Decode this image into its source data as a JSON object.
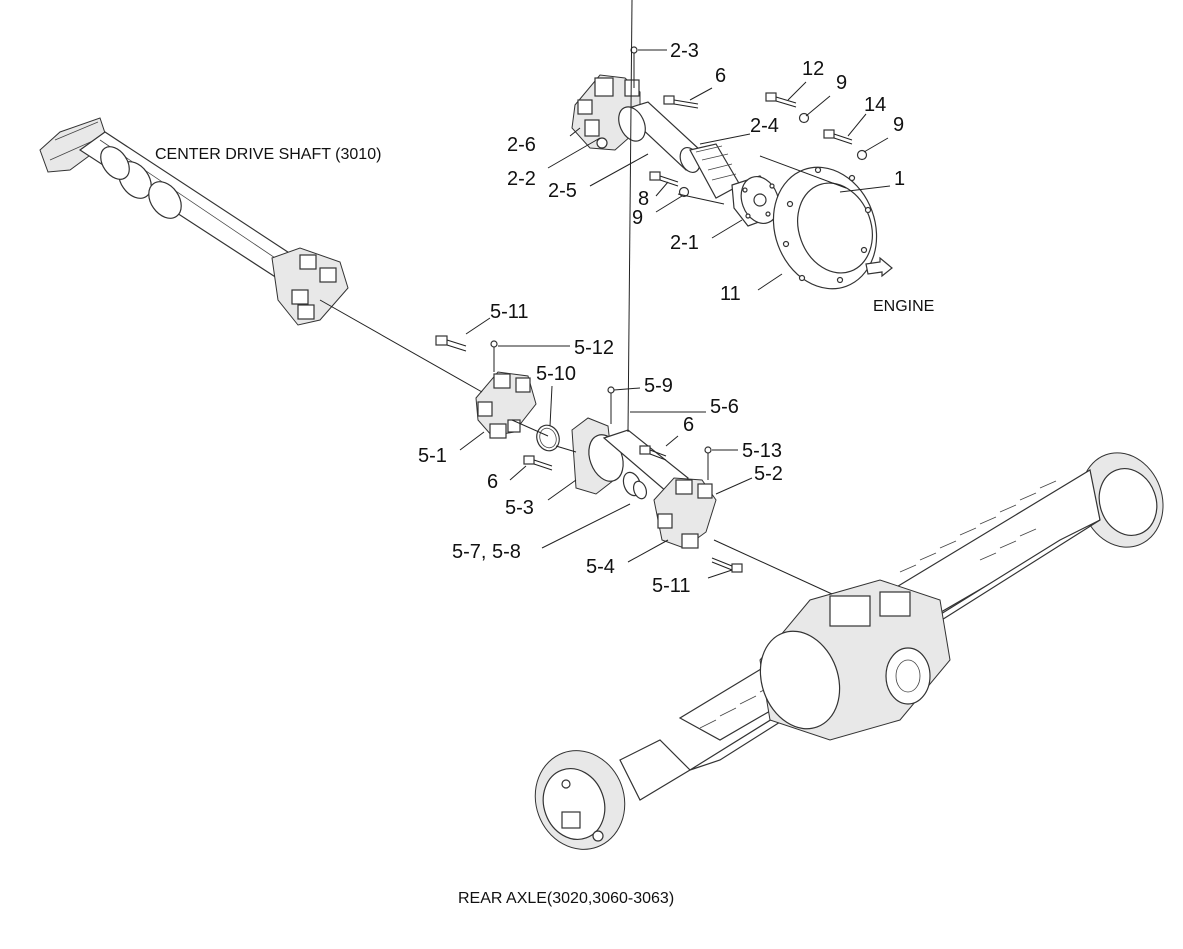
{
  "captions": {
    "center_shaft": "CENTER DRIVE SHAFT (3010)",
    "engine": "ENGINE",
    "rear_axle": "REAR AXLE(3020,3060-3063)"
  },
  "callouts": [
    {
      "id": "c-2-3",
      "text": "2-3"
    },
    {
      "id": "c-6a",
      "text": "6"
    },
    {
      "id": "c-12",
      "text": "12"
    },
    {
      "id": "c-9a",
      "text": "9"
    },
    {
      "id": "c-14",
      "text": "14"
    },
    {
      "id": "c-9b",
      "text": "9"
    },
    {
      "id": "c-2-6",
      "text": "2-6"
    },
    {
      "id": "c-2-4",
      "text": "2-4"
    },
    {
      "id": "c-2-2",
      "text": "2-2"
    },
    {
      "id": "c-2-5",
      "text": "2-5"
    },
    {
      "id": "c-8",
      "text": "8"
    },
    {
      "id": "c-1",
      "text": "1"
    },
    {
      "id": "c-9c",
      "text": "9"
    },
    {
      "id": "c-2-1",
      "text": "2-1"
    },
    {
      "id": "c-11",
      "text": "11"
    },
    {
      "id": "c-5-11a",
      "text": "5-11"
    },
    {
      "id": "c-5-12",
      "text": "5-12"
    },
    {
      "id": "c-5-10",
      "text": "5-10"
    },
    {
      "id": "c-5-9",
      "text": "5-9"
    },
    {
      "id": "c-5-6",
      "text": "5-6"
    },
    {
      "id": "c-6b",
      "text": "6"
    },
    {
      "id": "c-5-1",
      "text": "5-1"
    },
    {
      "id": "c-5-13",
      "text": "5-13"
    },
    {
      "id": "c-6c",
      "text": "6"
    },
    {
      "id": "c-5-2",
      "text": "5-2"
    },
    {
      "id": "c-5-3",
      "text": "5-3"
    },
    {
      "id": "c-5-7-8",
      "text": "5-7, 5-8"
    },
    {
      "id": "c-5-4",
      "text": "5-4"
    },
    {
      "id": "c-5-11b",
      "text": "5-11"
    }
  ]
}
